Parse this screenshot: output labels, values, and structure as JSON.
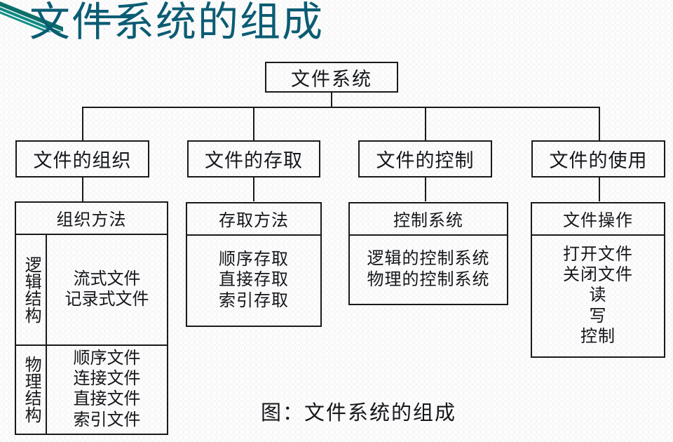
{
  "slide": {
    "title": "文件系统的组成",
    "title_color": "#0b5c73",
    "caption": "图：文件系统的组成",
    "decor_color": "#0c6f6a"
  },
  "diagram": {
    "root": {
      "label": "文件系统"
    },
    "branches": [
      {
        "label": "文件的组织"
      },
      {
        "label": "文件的存取"
      },
      {
        "label": "文件的控制"
      },
      {
        "label": "文件的使用"
      }
    ],
    "panels": [
      {
        "header": "组织方法",
        "groups": [
          {
            "label": "逻辑结构",
            "items": [
              "流式文件",
              "记录式文件"
            ]
          },
          {
            "label": "物理结构",
            "items": [
              "顺序文件",
              "连接文件",
              "直接文件",
              "索引文件"
            ]
          }
        ]
      },
      {
        "header": "存取方法",
        "items": [
          "顺序存取",
          "直接存取",
          "索引存取"
        ]
      },
      {
        "header": "控制系统",
        "items": [
          "逻辑的控制系统",
          "物理的控制系统"
        ]
      },
      {
        "header": "文件操作",
        "items": [
          "打开文件",
          "关闭文件",
          "读",
          "写",
          "控制"
        ]
      }
    ]
  }
}
